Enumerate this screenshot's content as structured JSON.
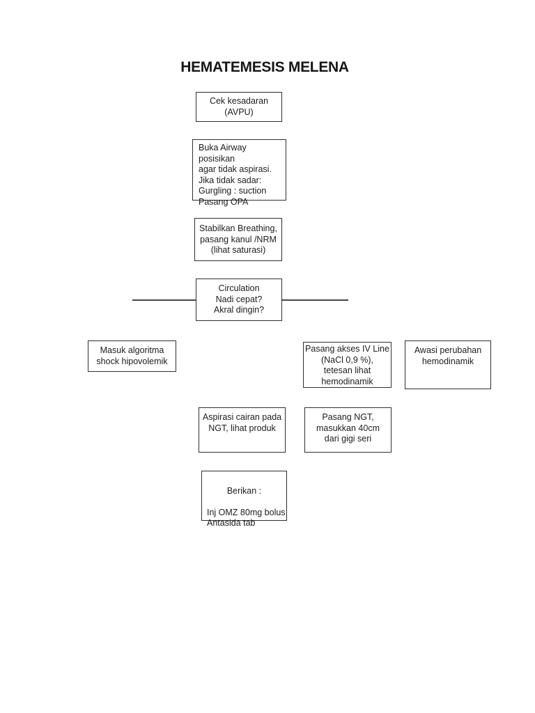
{
  "title": "HEMATEMESIS MELENA",
  "colors": {
    "page_bg": "#ffffff",
    "text": "#1c1c1c",
    "box_border": "#2e2e2e",
    "connector_line": "#454545"
  },
  "flowchart": {
    "boxes": {
      "cek_kesadaran": {
        "text": "Cek kesadaran\n(AVPU)"
      },
      "buka_airway": {
        "text": "Buka Airway posisikan\nagar tidak aspirasi.\nJika tidak sadar:\nGurgling : suction\nPasang OPA"
      },
      "stabilkan_breathing": {
        "text": "Stabilkan Breathing,\npasang kanul /NRM\n(lihat saturasi)"
      },
      "circulation": {
        "text": "Circulation\nNadi cepat?\nAkral dingin?"
      },
      "masuk_algoritma": {
        "text": "Masuk algoritma\nshock hipovolemik"
      },
      "pasang_akses_iv": {
        "text": "Pasang akses IV Line\n(NaCl 0,9 %),\ntetesan lihat\nhemodinamik"
      },
      "awasi_perubahan": {
        "text": "Awasi perubahan\nhemodinamik"
      },
      "aspirasi_cairan": {
        "text": "Aspirasi cairan pada\nNGT, lihat produk"
      },
      "pasang_ngt": {
        "text": "Pasang NGT,\nmasukkan 40cm\ndari gigi seri"
      },
      "berikan": {
        "heading": "Berikan :",
        "body": "Inj OMZ 80mg bolus\nAntasida tab"
      }
    }
  }
}
